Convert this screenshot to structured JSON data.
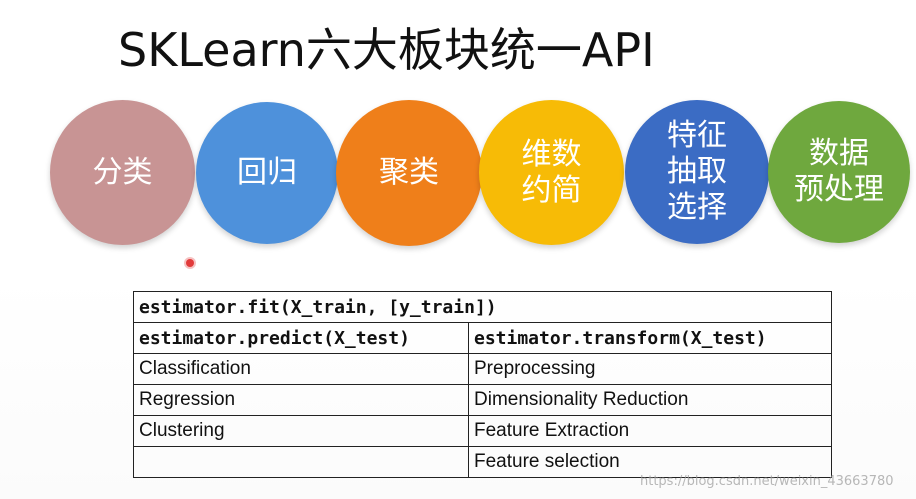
{
  "title": "SKLearn六大板块统一API",
  "modules": [
    {
      "label": "分类",
      "color": "#c89494"
    },
    {
      "label": "回归",
      "color": "#4e91db"
    },
    {
      "label": "聚类",
      "color": "#ef7f1a"
    },
    {
      "label": "维数\n约简",
      "color": "#f7bb06"
    },
    {
      "label": "特征\n抽取\n选择",
      "color": "#3b6cc4"
    },
    {
      "label": "数据\n预处理",
      "color": "#6fa83e"
    }
  ],
  "table": {
    "fit": "estimator.fit(X_train, [y_train])",
    "predict": "estimator.predict(X_test)",
    "transform": "estimator.transform(X_test)",
    "rows": [
      [
        "Classification",
        "Preprocessing"
      ],
      [
        "Regression",
        "Dimensionality Reduction"
      ],
      [
        "Clustering",
        "Feature Extraction"
      ],
      [
        "",
        "Feature selection"
      ]
    ]
  },
  "watermark": "https://blog.csdn.net/weixin_43663780"
}
